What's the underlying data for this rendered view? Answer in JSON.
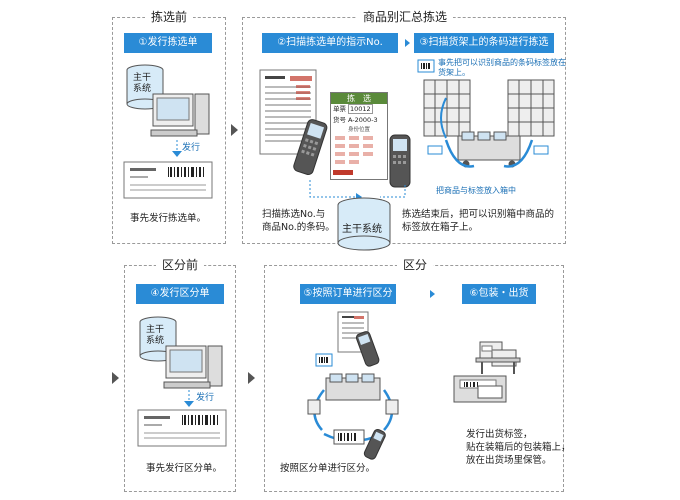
{
  "sections": {
    "top_left": {
      "title": "拣选前"
    },
    "top_right": {
      "title": "商品别汇总拣选"
    },
    "bottom_left": {
      "title": "区分前"
    },
    "bottom_right": {
      "title": "区分"
    }
  },
  "steps": {
    "s1": "①发行拣选单",
    "s2": "②扫描拣选单的指示No.",
    "s3": "③扫描货架上的条码进行拣选",
    "s4": "④发行区分单",
    "s5": "⑤按照订单进行区分",
    "s6": "⑥包装・出货"
  },
  "labels": {
    "host_system_tl": "主干\n系统",
    "issue_tl": "发行",
    "host_system_center": "主干系统",
    "host_system_bl": "主干\n系统",
    "issue_bl": "发行",
    "scanner_header": "拣　选",
    "scanner_row1": "单票",
    "scanner_row1_val": "10012",
    "scanner_row2": "货号",
    "scanner_row2_val": "A-2000-3",
    "scanner_row3": "身份位置"
  },
  "captions": {
    "c1": "事先发行拣选单。",
    "c2": "扫描拣选No.与\n商品No.的条码。",
    "c3": "拣选结束后，把可以识别箱中商品的\n标签放在箱子上。",
    "c3_note": "事先把可以识别商品的条码标签放在\n货架上。",
    "c3_bottom": "把商品与标签放入箱中",
    "c4": "事先发行区分单。",
    "c5": "按照区分单进行区分。",
    "c6": "发行出货标签，\n贴在装箱后的包装箱上，\n放在出货场里保管。"
  },
  "colors": {
    "accent": "#2a8bd6",
    "screen_bar": "#5a8a3a",
    "scanner_red": "#c0392b"
  }
}
